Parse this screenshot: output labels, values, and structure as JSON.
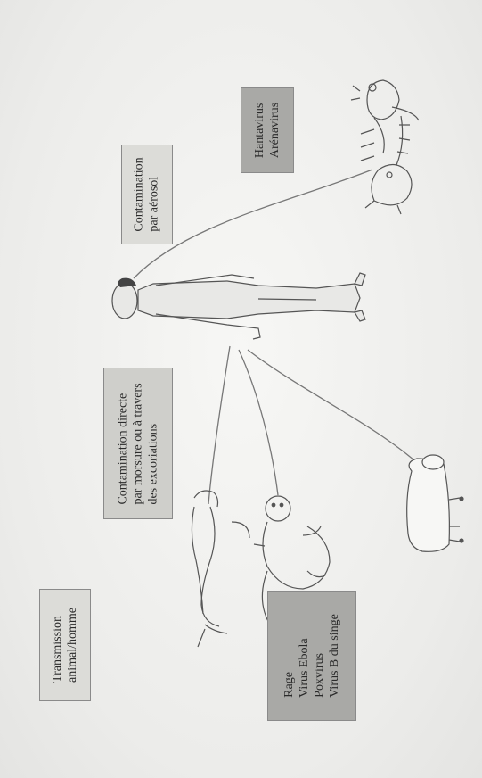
{
  "boxes": {
    "transmission": {
      "lines": [
        "Transmission",
        "animal/homme"
      ]
    },
    "aerosol": {
      "lines": [
        "Contamination",
        "par aérosol"
      ]
    },
    "hantavirus": {
      "lines": [
        "Hantavirus",
        "Arénavirus"
      ]
    },
    "direct": {
      "lines": [
        "Contamination directe",
        "par morsure ou à travers",
        "des excoriations"
      ]
    },
    "viruses": {
      "lines": [
        "Rage",
        "Virus Ebola",
        "Poxvirus",
        "Virus B du singe"
      ]
    }
  },
  "colors": {
    "box_light": "#dcdcd8",
    "box_mid": "#cfcfcb",
    "box_dark": "#a9a9a6",
    "line": "#6f6f6f"
  }
}
